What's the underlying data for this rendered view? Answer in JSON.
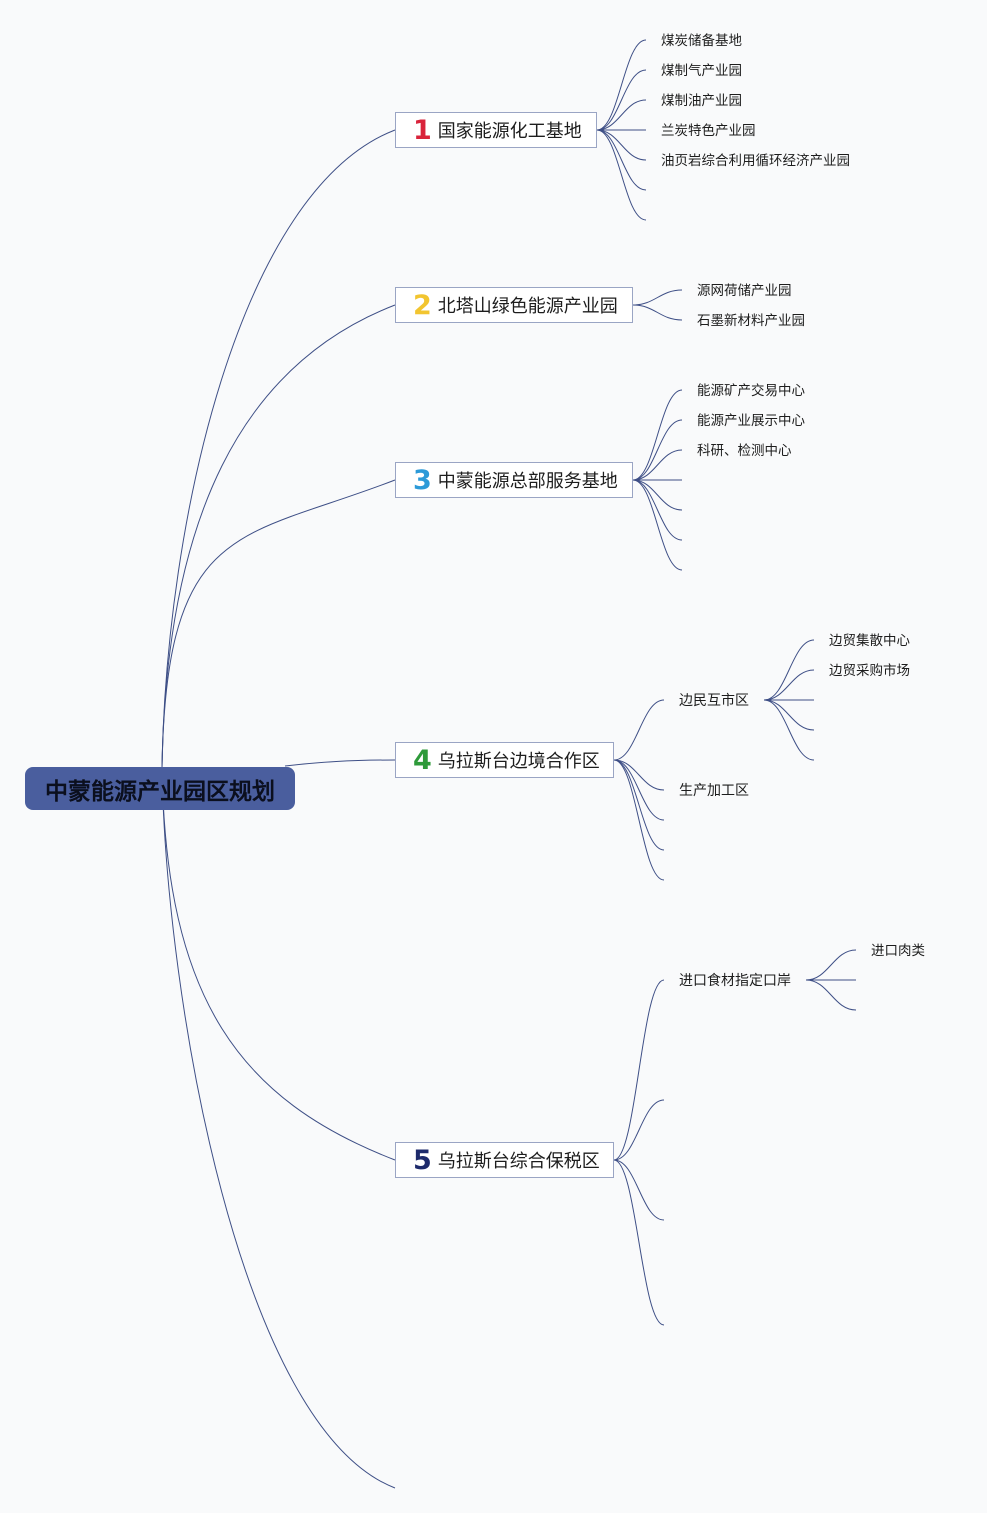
{
  "colors": {
    "root_bg": "#4a5e9e",
    "connector": "#3e4f86",
    "num1": "#d9233b",
    "num2": "#f2c530",
    "num3": "#2c9ad8",
    "num4": "#2e9a3a",
    "num5": "#1d2a6b"
  },
  "root": {
    "label": "中蒙能源产业园区规划"
  },
  "branches": [
    {
      "number": "1",
      "label": "国家能源化工基地",
      "children": [
        "煤炭储备基地",
        "煤制气产业园",
        "煤制油产业园",
        "兰炭特色产业园",
        "油页岩综合利用循环经济产业园"
      ]
    },
    {
      "number": "2",
      "label": "北塔山绿色能源产业园",
      "children": [
        "源网荷储产业园",
        "石墨新材料产业园"
      ]
    },
    {
      "number": "3",
      "label": "中蒙能源总部服务基地",
      "children": [
        "能源矿产交易中心",
        "能源产业展示中心",
        "科研、检测中心"
      ]
    },
    {
      "number": "4",
      "label": "乌拉斯台边境合作区",
      "children": [
        {
          "label": "边民互市区",
          "children": [
            "边贸集散中心",
            "边贸采购市场"
          ]
        },
        {
          "label": "生产加工区"
        }
      ]
    },
    {
      "number": "5",
      "label": "乌拉斯台综合保税区",
      "children": [
        {
          "label": "进口食材指定口岸",
          "children": [
            "进口肉类"
          ]
        }
      ]
    }
  ]
}
